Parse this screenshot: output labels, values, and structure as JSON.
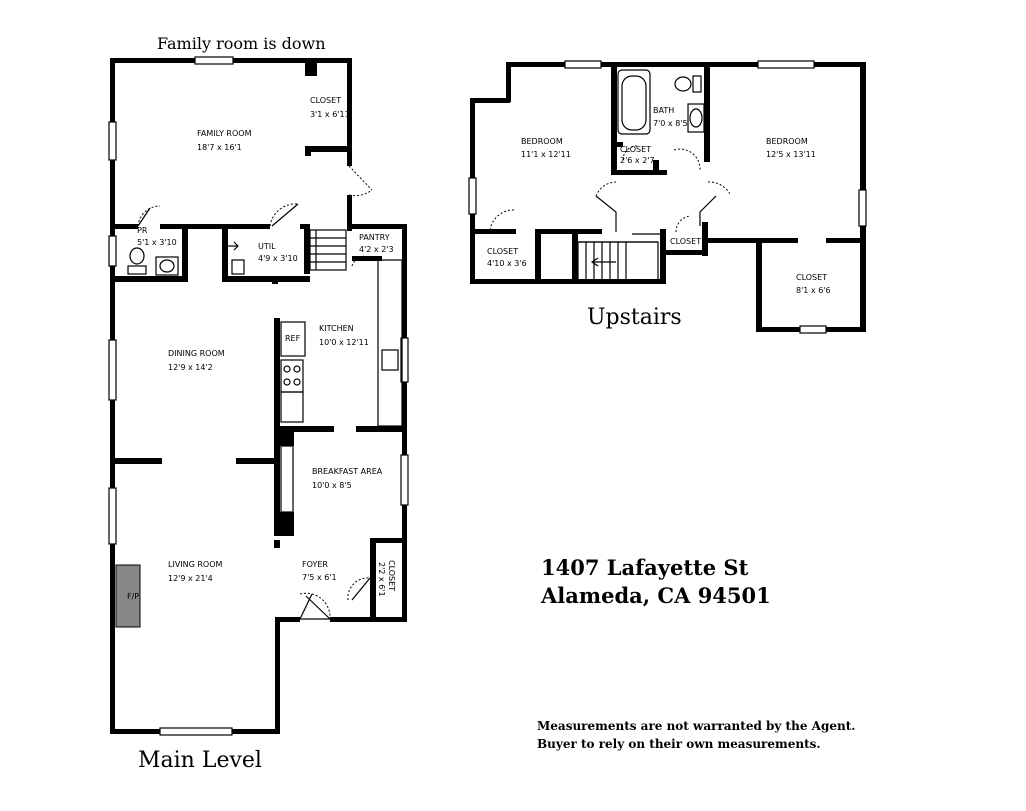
{
  "labels": {
    "family_room_note": "Family room is down",
    "main_level": "Main Level",
    "upstairs": "Upstairs",
    "address_line1": "1407 Lafayette St",
    "address_line2": "Alameda, CA 94501",
    "disclaimer_line1": "Measurements are not warranted by the Agent.",
    "disclaimer_line2": "Buyer to rely on their own measurements."
  },
  "rooms": {
    "family_room": {
      "name": "FAMILY ROOM",
      "dim": "18'7 x 16'1"
    },
    "family_closet": {
      "name": "CLOSET",
      "dim": "3'1 x 6'11"
    },
    "powder_room": {
      "name": "PR",
      "dim": "5'1 x 3'10"
    },
    "utility": {
      "name": "UTIL",
      "dim": "4'9 x 3'10"
    },
    "pantry": {
      "name": "PANTRY",
      "dim": "4'2 x 2'3"
    },
    "refrigerator": {
      "name": "REF"
    },
    "kitchen": {
      "name": "KITCHEN",
      "dim": "10'0 x 12'11"
    },
    "dining_room": {
      "name": "DINING ROOM",
      "dim": "12'9 x 14'2"
    },
    "breakfast_area": {
      "name": "BREAKFAST AREA",
      "dim": "10'0 x 8'5"
    },
    "living_room": {
      "name": "LIVING ROOM",
      "dim": "12'9 x 21'4"
    },
    "fireplace": {
      "name": "F/P"
    },
    "foyer": {
      "name": "FOYER",
      "dim": "7'5 x 6'1"
    },
    "foyer_closet": {
      "name": "CLOSET",
      "dim": "2'2 x 6'1"
    },
    "bedroom_left": {
      "name": "BEDROOM",
      "dim": "11'1 x 12'11"
    },
    "bath": {
      "name": "BATH",
      "dim": "7'0 x 8'5"
    },
    "bath_closet": {
      "name": "CLOSET",
      "dim": "2'6 x 2'7"
    },
    "bedroom_right": {
      "name": "BEDROOM",
      "dim": "12'5 x 13'11"
    },
    "closet_left": {
      "name": "CLOSET",
      "dim": "4'10 x 3'6"
    },
    "hall_closet": {
      "name": "CLOSET"
    },
    "closet_right": {
      "name": "CLOSET",
      "dim": "8'1 x 6'6"
    }
  }
}
